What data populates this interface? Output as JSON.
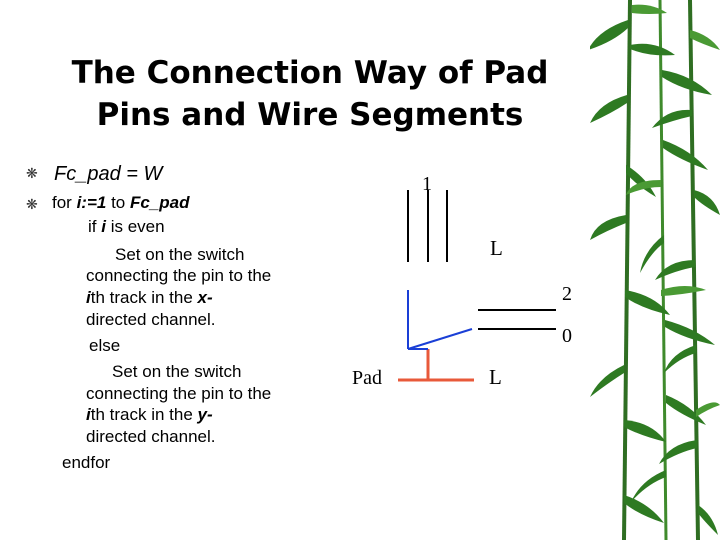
{
  "title": {
    "line1": "The Connection Way of Pad",
    "line2": "Pins and Wire Segments"
  },
  "bullets": [
    {
      "icon": "asterisk-bullet-icon",
      "text": "Fc_pad = W"
    },
    {
      "icon": "asterisk-bullet-icon",
      "prefix": "for ",
      "var": "i:=1",
      "mid": " to ",
      "end": "Fc_pad"
    }
  ],
  "pseudocode": {
    "if_pre": "if ",
    "if_var": "i",
    "if_post": " is even",
    "set_on": "Set on the switch",
    "connecting": "connecting the pin to the",
    "ith": "i",
    "th_track": "th track in the ",
    "x_var": "x-",
    "x_dir": "directed channel.",
    "else": "else",
    "set_on_2": "Set on the switch",
    "connecting_2": "connecting the pin to the",
    "ith_2": "i",
    "th_track_2": "th track in the ",
    "y_var": "y-",
    "y_dir": "directed channel.",
    "endfor": "endfor"
  },
  "diagram": {
    "label_1": "1",
    "label_l_top": "L",
    "label_2": "2",
    "label_0": "0",
    "label_pad": "Pad",
    "label_l_bottom": "L",
    "colors": {
      "wire": "#000000",
      "pin": "#e8593a",
      "connection": "#1a3fd6"
    }
  }
}
